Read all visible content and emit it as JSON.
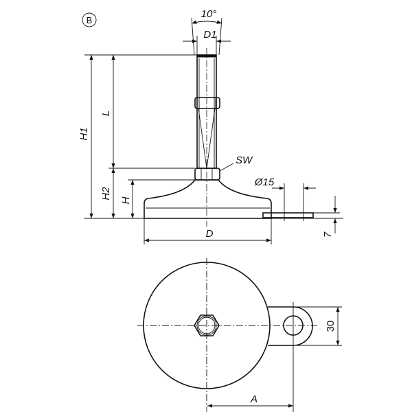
{
  "view_marker": "B",
  "dimensions": {
    "angle": "10°",
    "d1": "D1",
    "h1": "H1",
    "l": "L",
    "h2": "H2",
    "h": "H",
    "sw": "SW",
    "hole_dia": "Ø15",
    "d": "D",
    "thickness": "7",
    "tab_width": "30",
    "a": "A"
  }
}
